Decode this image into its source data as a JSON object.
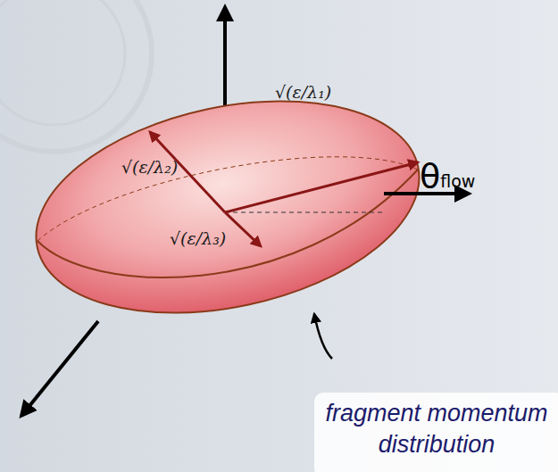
{
  "diagram": {
    "labels": [
      "√(ε/λ₂)",
      "√(ε/λ₁)",
      "θflow",
      "√(ε/λ₃)",
      "fragment momentum distribution"
    ]
  }
}
